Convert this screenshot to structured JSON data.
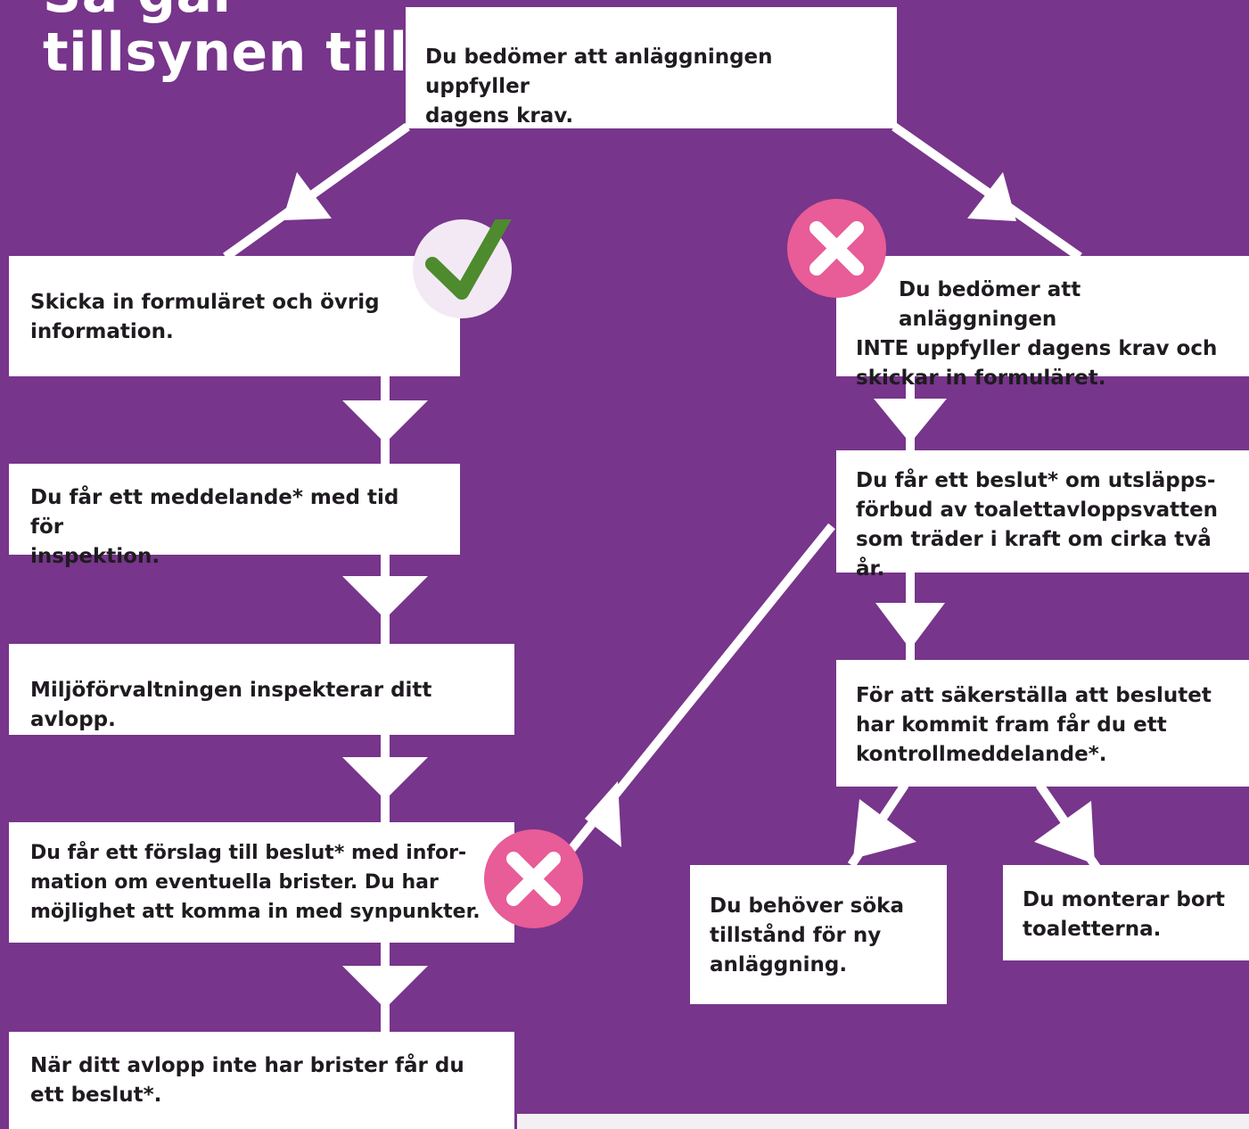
{
  "title": {
    "line1": "Så går",
    "line2": "tillsynen till"
  },
  "colors": {
    "background": "#77358B",
    "box": "#FFFFFF",
    "connector": "#FFFFFF",
    "check_circle": "#F3E9F5",
    "check_mark": "#4E8A2E",
    "cross_circle": "#E85C97",
    "cross_mark": "#FFFFFF"
  },
  "nodes": {
    "start": {
      "line1": "Du bedömer att anläggningen uppfyller",
      "line2": "dagens krav."
    },
    "yes_submit": {
      "line1": "Skicka in formuläret och övrig",
      "line2": "information."
    },
    "yes_notice": {
      "line1": "Du får ett meddelande* med tid för",
      "line2": "inspektion."
    },
    "yes_inspect": {
      "line1": "Miljöförvaltningen inspekterar ditt avlopp."
    },
    "yes_proposal": {
      "line1": "Du får ett förslag till beslut* med infor-",
      "line2": "mation om eventuella brister. Du har",
      "line3": "möjlighet att komma in med synpunkter."
    },
    "yes_decision": {
      "line1": "När ditt avlopp inte har brister får du",
      "line2": "ett beslut*."
    },
    "no_submit": {
      "line1": "Du bedömer att anläggningen",
      "line2_bold": "INTE",
      "line2_rest": " uppfyller dagens krav och",
      "line3": "skickar in formuläret."
    },
    "no_ban": {
      "line1": "Du får ett beslut* om utsläpps-",
      "line2": "förbud av toalettavloppsvatten",
      "line3": "som träder i kraft om cirka två år."
    },
    "no_control": {
      "line1": "För att säkerställa att beslutet",
      "line2": "har kommit fram får du ett",
      "line3": "kontrollmeddelande*."
    },
    "no_permit": {
      "line1": "Du behöver söka",
      "line2": "tillstånd för ny",
      "line3": "anläggning."
    },
    "no_remove": {
      "line1": "Du monterar bort",
      "line2": "toaletterna."
    }
  },
  "badges": [
    {
      "icon": "check-icon",
      "meaning": "yes"
    },
    {
      "icon": "cross-icon",
      "meaning": "no"
    },
    {
      "icon": "cross-icon",
      "meaning": "no"
    }
  ]
}
